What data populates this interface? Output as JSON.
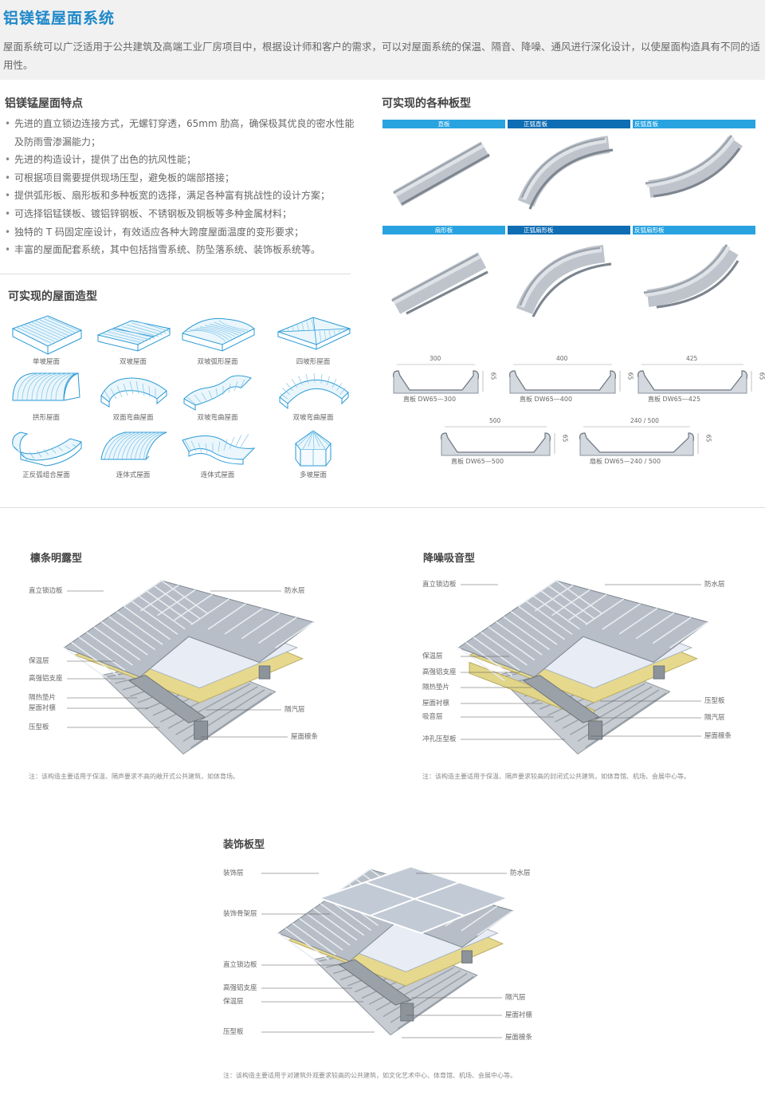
{
  "header": {
    "title": "铝镁锰屋面系统",
    "intro": "屋面系统可以广泛适用于公共建筑及高端工业厂房项目中，根据设计师和客户的需求，可以对屋面系统的保温、隔音、降噪、通风进行深化设计，以使屋面构造具有不同的适用性。"
  },
  "features": {
    "title": "铝镁锰屋面特点",
    "items": [
      "先进的直立锁边连接方式，无螺钉穿透，65mm 肋高，确保极其优良的密水性能及防雨雪渗漏能力；",
      "先进的构造设计，提供了出色的抗风性能；",
      "可根据项目需要提供现场压型，避免板的端部搭接；",
      "提供弧形板、扇形板和多种板宽的选择，满足各种富有挑战性的设计方案；",
      "可选择铝锰镁板、镀铝锌钢板、不锈钢板及铜板等多种金属材料；",
      "独特的 T 码固定座设计，有效适应各种大跨度屋面温度的变形要求；",
      "丰富的屋面配套系统，其中包括挡雪系统、防坠落系统、装饰板系统等。"
    ]
  },
  "shapes": {
    "title": "可实现的屋面造型",
    "items": [
      "单坡屋面",
      "双坡屋面",
      "双坡弧形屋面",
      "四坡形屋面",
      "拱形屋面",
      "双面弯曲屋面",
      "双坡弯曲屋面",
      "双坡弯曲屋面",
      "正反弧组合屋面",
      "连体式屋面",
      "连体式屋面",
      "多坡屋面"
    ]
  },
  "panels": {
    "title": "可实现的各种板型",
    "row1": [
      "直板",
      "正弧直板",
      "反弧直板"
    ],
    "row2": [
      "扇形板",
      "正弧扇形板",
      "反弧扇形板"
    ],
    "profiles": [
      {
        "width": "300",
        "height": "65",
        "caption": "直板 DW65—300"
      },
      {
        "width": "400",
        "height": "65",
        "caption": "直板 DW65—400"
      },
      {
        "width": "425",
        "height": "65",
        "caption": "直板  DW65—425"
      },
      {
        "width": "500",
        "height": "65",
        "caption": "直板 DW65—500"
      },
      {
        "width": "240 / 500",
        "height": "65",
        "caption": "扇板  DW65—240 / 500"
      }
    ]
  },
  "diagrams": [
    {
      "title": "檩条明露型",
      "left": [
        "直立锁边板",
        "保温层",
        "高强铝支座",
        "隔热垫片",
        "屋面衬檩",
        "压型板"
      ],
      "right": [
        "防水层",
        "隔汽层",
        "屋面檩条"
      ],
      "note": "注：该构造主要适用于保温、隔声要求不高的敞开式公共建筑，如体育场。"
    },
    {
      "title": "降噪吸音型",
      "left": [
        "直立锁边板",
        "保温层",
        "高强铝支座",
        "隔热垫片",
        "屋面衬檩",
        "吸音层",
        "冲孔压型板"
      ],
      "right": [
        "防水层",
        "压型板",
        "隔汽层",
        "屋面檩条"
      ],
      "note": "注：该构造主要适用于保温、隔声要求较高的封闭式公共建筑，如体育馆、机场、会展中心等。"
    },
    {
      "title": "装饰板型",
      "left": [
        "装饰层",
        "装饰骨架层",
        "直立锁边板",
        "高强铝支座",
        "保温层",
        "压型板"
      ],
      "right": [
        "防水层",
        "隔汽层",
        "屋面衬檩",
        "屋面檩条"
      ],
      "note": "注：该构造主要适用于对建筑外观要求较高的公共建筑，如文化艺术中心、体育馆、机场、会展中心等。"
    }
  ],
  "colors": {
    "accent": "#1e88c9",
    "bar_light": "#29a3e0",
    "bar_dark": "#0e6db3",
    "line_blue": "#7fc4e8",
    "metal": "#b6bcc4",
    "insulation": "#e6d98e"
  }
}
